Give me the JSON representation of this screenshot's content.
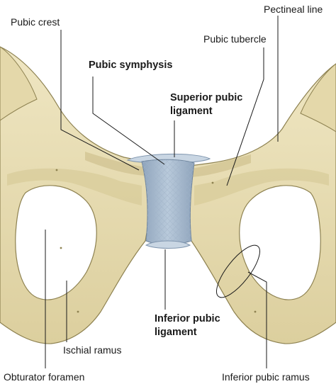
{
  "labels": {
    "pubic_crest": "Pubic crest",
    "pectineal_line": "Pectineal line",
    "pubic_tubercle": "Pubic tubercle",
    "pubic_symphysis": "Pubic symphysis",
    "superior_pubic_ligament_1": "Superior pubic",
    "superior_pubic_ligament_2": "ligament",
    "inferior_pubic_ligament_1": "Inferior pubic",
    "inferior_pubic_ligament_2": "ligament",
    "ischial_ramus": "Ischial ramus",
    "obturator_foramen": "Obturator foramen",
    "inferior_pubic_ramus": "Inferior pubic ramus"
  },
  "colors": {
    "bone": "#e9dfb6",
    "bone_shadow": "#cdbf8c",
    "bone_outline": "#8d8150",
    "cartilage": "#a9bdd2",
    "cartilage_dark": "#7f95ae",
    "ligament": "#c9d6e3",
    "leader_line": "#1a1a1a"
  }
}
